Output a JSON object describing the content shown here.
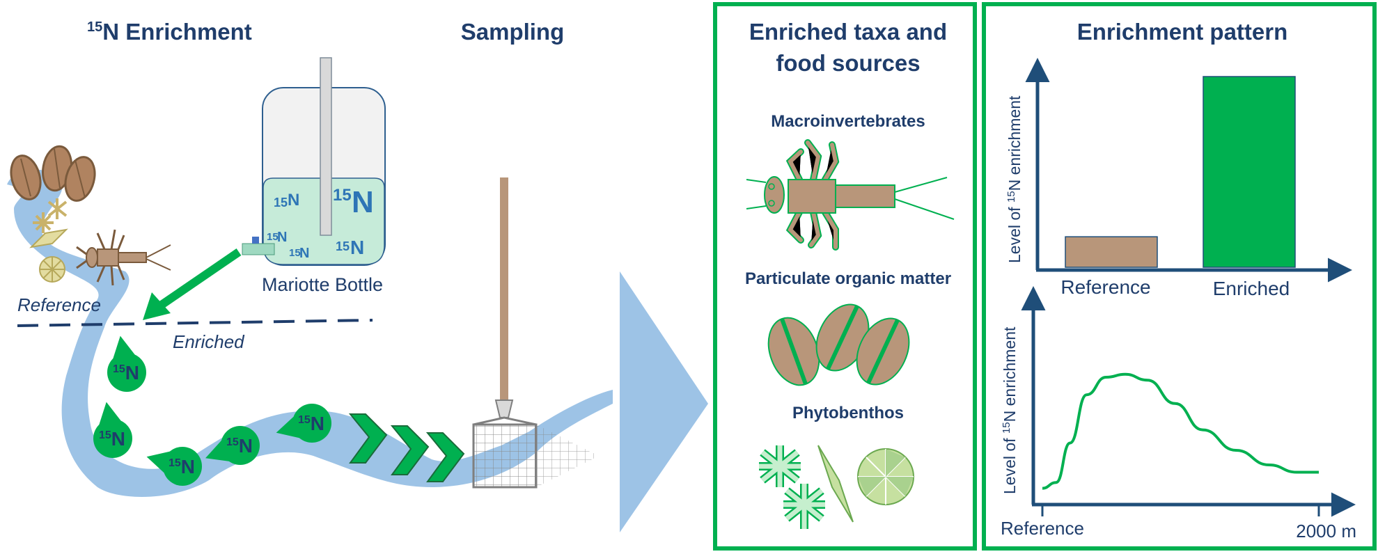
{
  "left": {
    "title_sup": "15",
    "title_text": "N Enrichment",
    "sampling_title": "Sampling",
    "bottle_label": "Mariotte Bottle",
    "reference_label": "Reference",
    "enriched_label": "Enriched",
    "n15_sup": "15",
    "n15_letter": "N"
  },
  "middle": {
    "title_line1": "Enriched taxa and",
    "title_line2": "food sources",
    "macro_label": "Macroinvertebrates",
    "pom_label": "Particulate organic matter",
    "phyto_label": "Phytobenthos"
  },
  "right": {
    "title": "Enrichment pattern",
    "ylabel_pre": "Level of ",
    "ylabel_sup": "15",
    "ylabel_post": "N enrichment",
    "bar_chart": {
      "categories": [
        "Reference",
        "Enriched"
      ],
      "values": [
        0.16,
        1.0
      ]
    },
    "line_chart": {
      "x_start_label": "Reference",
      "x_end_label": "2000 m",
      "curve_points": [
        [
          0,
          0.04
        ],
        [
          0.05,
          0.08
        ],
        [
          0.1,
          0.35
        ],
        [
          0.16,
          0.68
        ],
        [
          0.23,
          0.8
        ],
        [
          0.3,
          0.82
        ],
        [
          0.38,
          0.78
        ],
        [
          0.48,
          0.62
        ],
        [
          0.58,
          0.44
        ],
        [
          0.7,
          0.3
        ],
        [
          0.82,
          0.2
        ],
        [
          0.92,
          0.15
        ],
        [
          1.0,
          0.15
        ]
      ]
    }
  },
  "colors": {
    "navy": "#1f3d6b",
    "green": "#00b050",
    "brown": "#b8967a",
    "water": "#9dc3e6",
    "title_blue": "#1f3d6b"
  }
}
